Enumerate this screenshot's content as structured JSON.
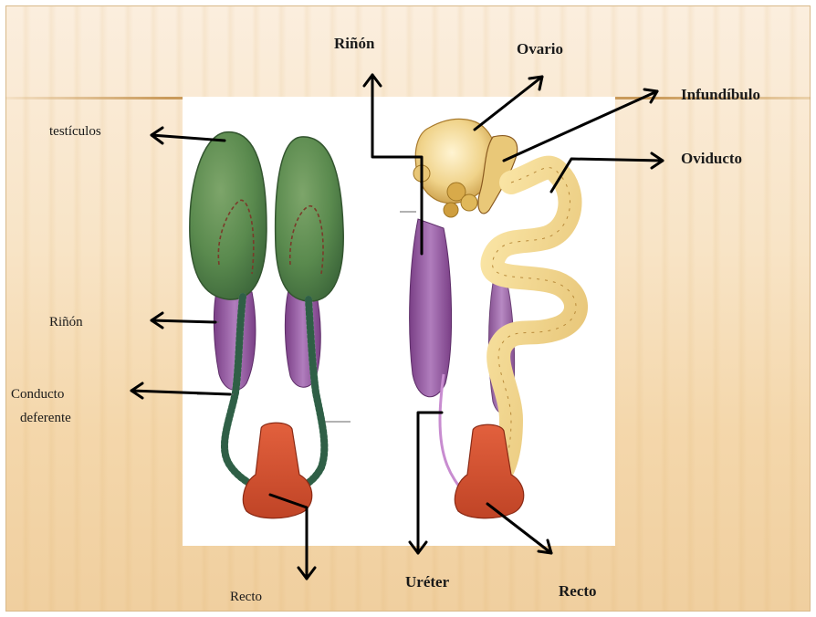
{
  "labels": {
    "testiculos": "testículos",
    "rinon_left": "Riñón",
    "conducto_line1": "Conducto",
    "conducto_line2": "deferente",
    "recto_left": "Recto",
    "rinon_top": "Riñón",
    "ovario": "Ovario",
    "infundibulo": "Infundíbulo",
    "oviducto": "Oviducto",
    "ureter": "Uréter",
    "recto_right": "Recto"
  },
  "colors": {
    "testis": "#5f8a52",
    "kidney": "#9b5fa6",
    "rectum": "#d9583a",
    "oviduct": "#f0d58a",
    "arrow": "#000000"
  }
}
